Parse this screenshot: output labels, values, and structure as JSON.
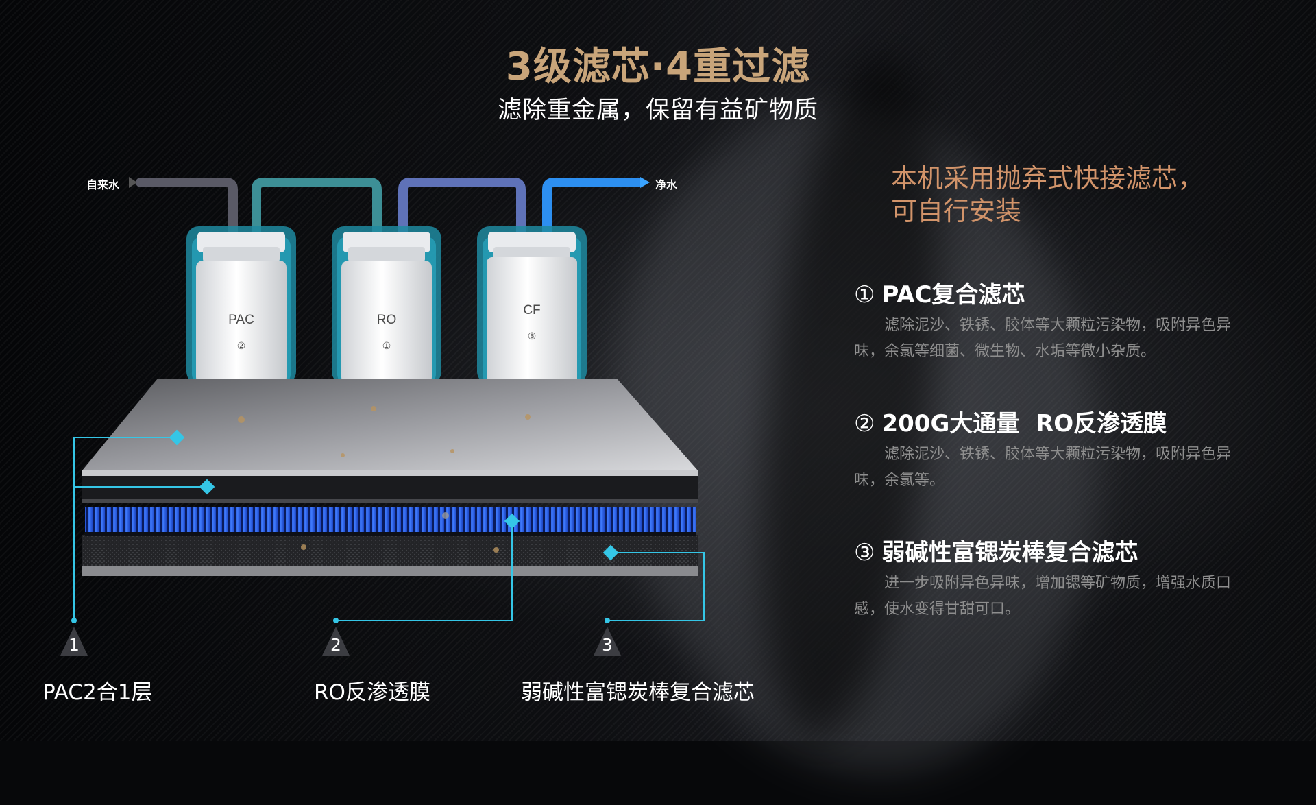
{
  "header": {
    "title": "3级滤芯·4重过滤",
    "subtitle": "滤除重金属，保留有益矿物质"
  },
  "flow": {
    "inlet_label": "自来水",
    "outlet_label": "净水"
  },
  "cartridges": [
    {
      "name": "PAC",
      "index_glyph": "②"
    },
    {
      "name": "RO",
      "index_glyph": "①"
    },
    {
      "name": "CF",
      "index_glyph": "③"
    }
  ],
  "layers": [
    {
      "number": "1",
      "label": "PAC2合1层"
    },
    {
      "number": "2",
      "label": "RO反渗透膜"
    },
    {
      "number": "3",
      "label": "弱碱性富锶炭棒复合滤芯"
    }
  ],
  "panel": {
    "headline_line1": "本机采用抛弃式快接滤芯，",
    "headline_line2": "可自行安装",
    "features": [
      {
        "num": "①",
        "title": "PAC复合滤芯",
        "desc": "滤除泥沙、铁锈、胶体等大颗粒污染物，吸附异色异味，余氯等细菌、微生物、水垢等微小杂质。"
      },
      {
        "num": "②",
        "title": "200G大通量  RO反渗透膜",
        "desc": "滤除泥沙、铁锈、胶体等大颗粒污染物，吸附异色异味，余氯等。"
      },
      {
        "num": "③",
        "title": "弱碱性富锶炭棒复合滤芯",
        "desc": "进一步吸附异色异味，增加锶等矿物质，增强水质口感，使水变得甘甜可口。"
      }
    ]
  },
  "colors": {
    "title_gold": "#c9a57a",
    "headline_orange": "#d2946a",
    "accent_cyan": "#35c6e6",
    "filter_blue": "#2f6bff",
    "desc_gray": "#8e8e8e"
  }
}
